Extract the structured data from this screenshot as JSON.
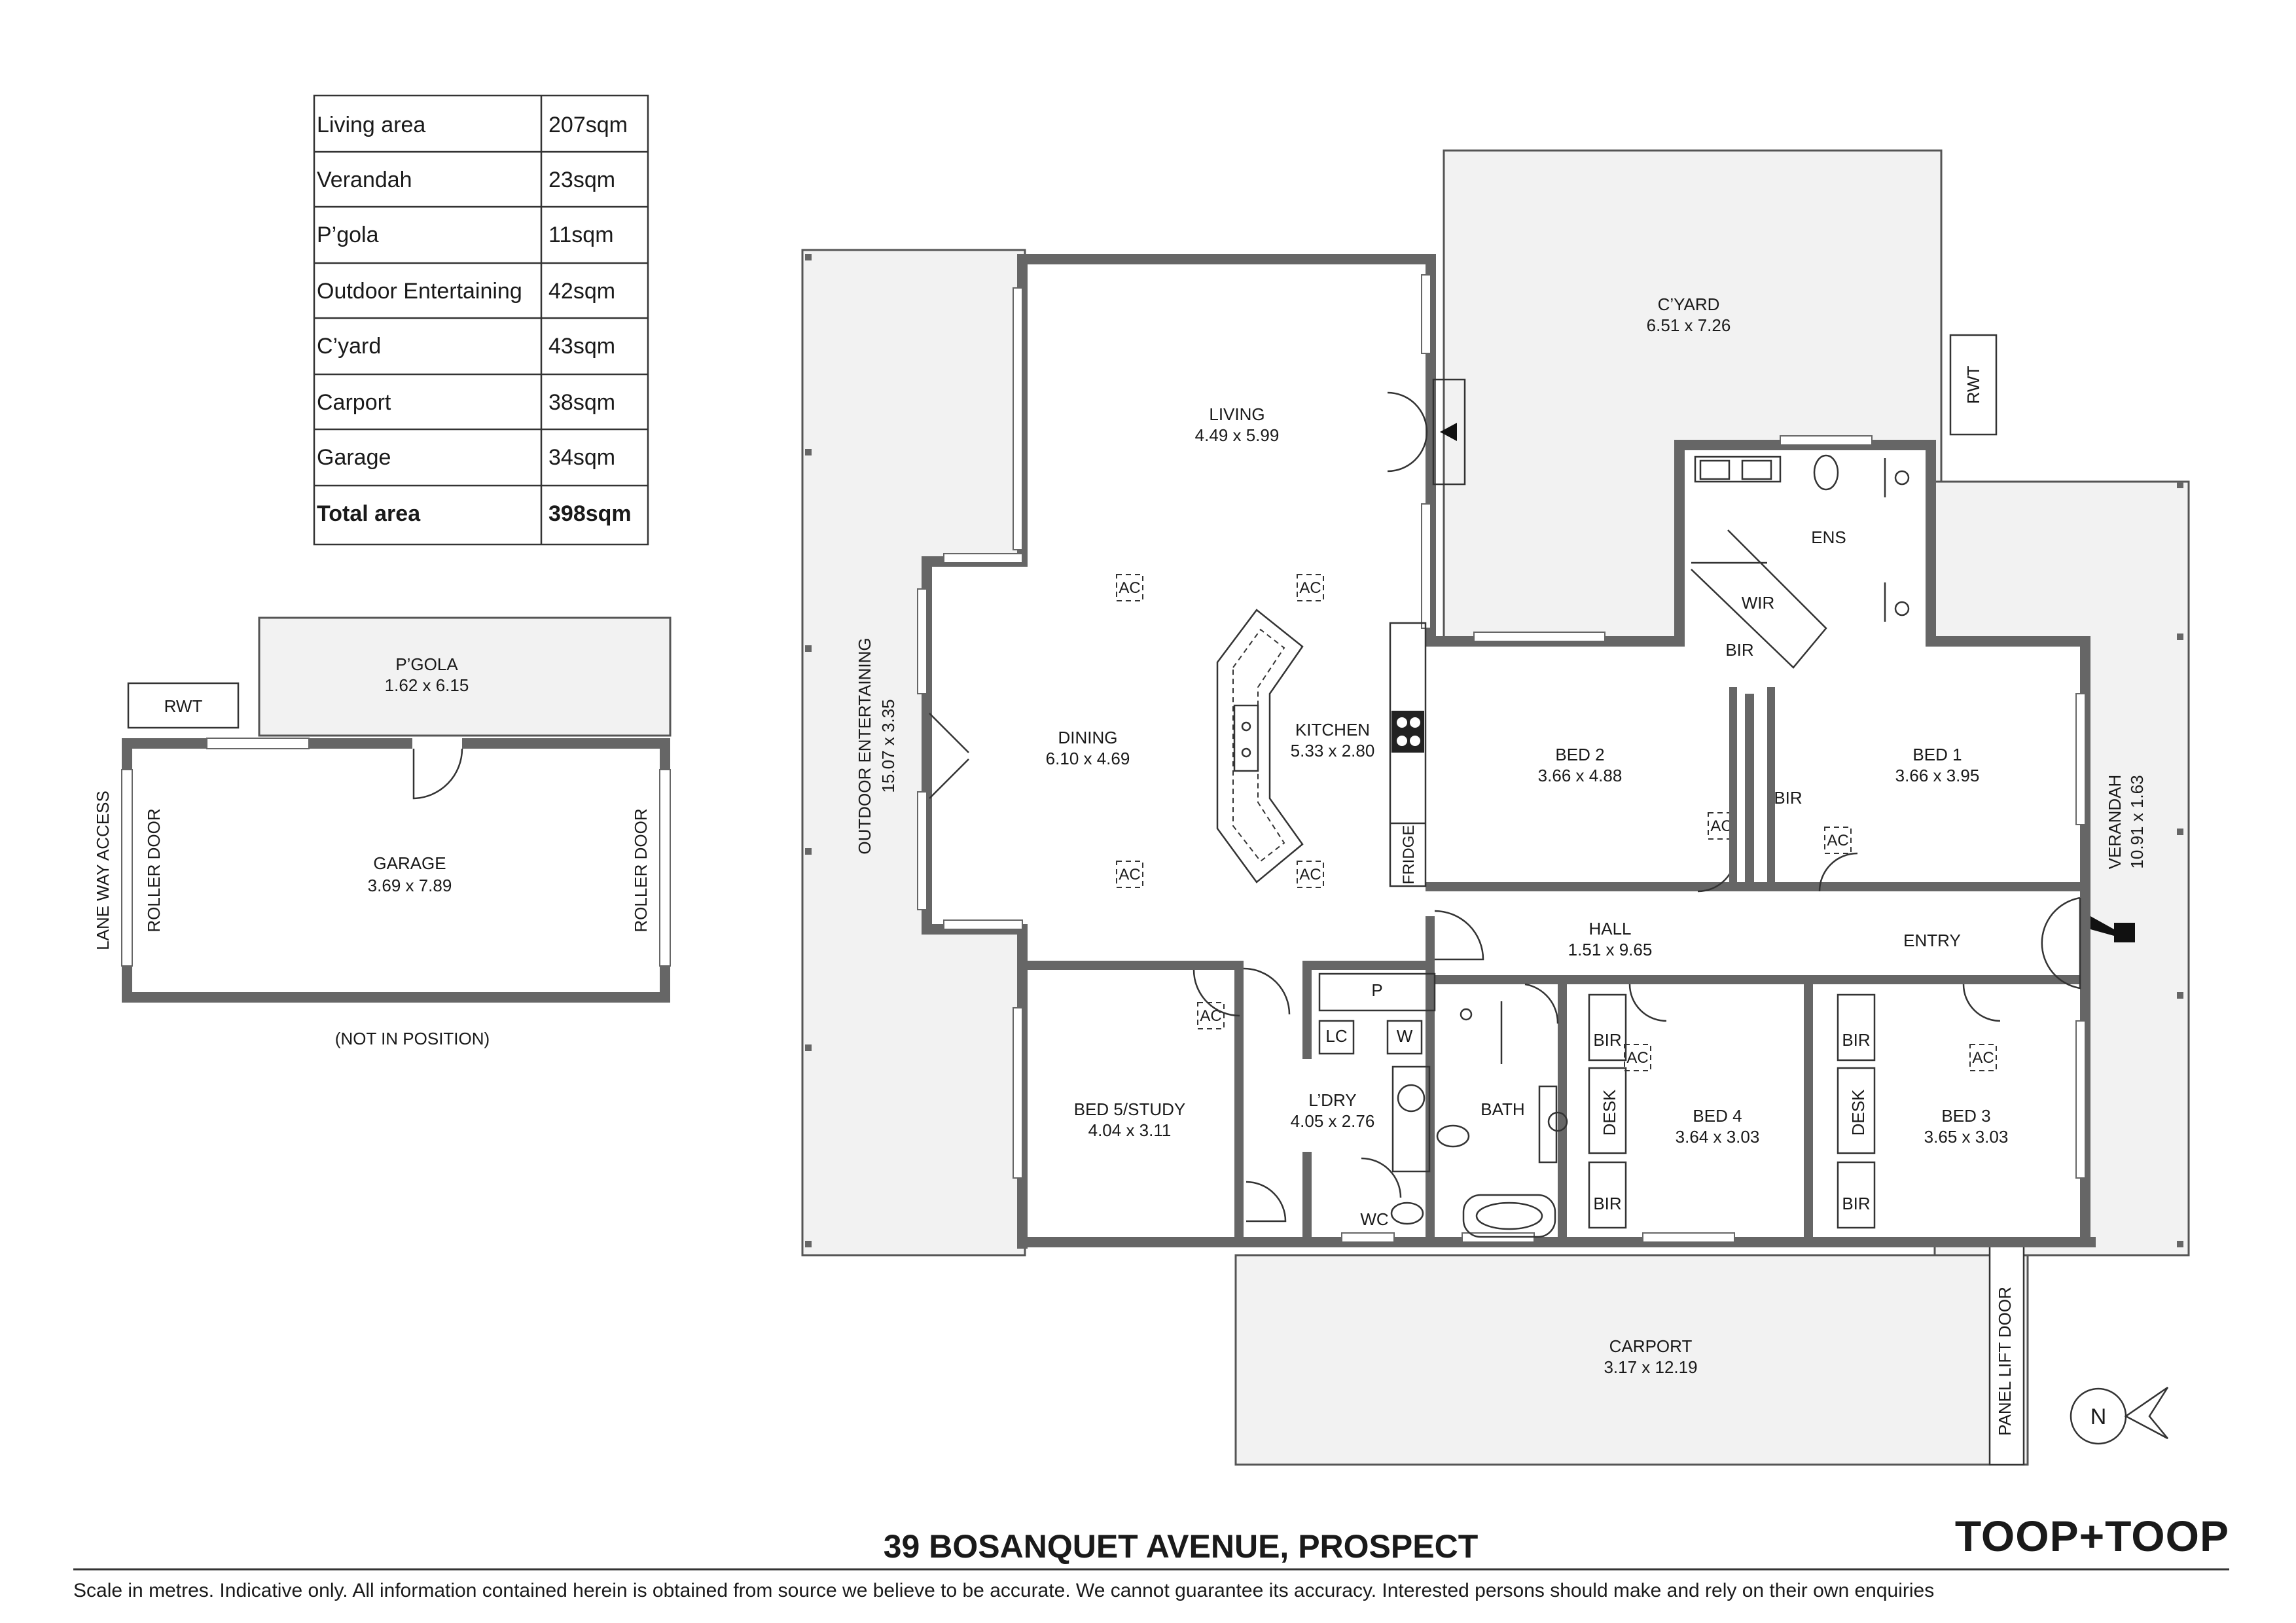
{
  "area_table": {
    "rows": [
      {
        "label": "Living area",
        "value": "207sqm"
      },
      {
        "label": "Verandah",
        "value": "23sqm"
      },
      {
        "label": "P’gola",
        "value": "11sqm"
      },
      {
        "label": "Outdoor Entertaining",
        "value": "42sqm"
      },
      {
        "label": "C’yard",
        "value": "43sqm"
      },
      {
        "label": "Carport",
        "value": "38sqm"
      },
      {
        "label": "Garage",
        "value": "34sqm"
      }
    ],
    "total": {
      "label": "Total area",
      "value": "398sqm"
    }
  },
  "garage_plan": {
    "pergola": {
      "name": "P’GOLA",
      "size": "1.62 x 6.15"
    },
    "garage": {
      "name": "GARAGE",
      "size": "3.69 x 7.89"
    },
    "rwt": "RWT",
    "lane": "LANE WAY ACCESS",
    "roller_left": "ROLLER DOOR",
    "roller_right": "ROLLER DOOR",
    "note": "(NOT IN POSITION)"
  },
  "rooms": {
    "living": {
      "name": "LIVING",
      "size": "4.49 x 5.99"
    },
    "dining": {
      "name": "DINING",
      "size": "6.10 x 4.69"
    },
    "kitchen": {
      "name": "KITCHEN",
      "size": "5.33 x 2.80"
    },
    "courtyard": {
      "name": "C’YARD",
      "size": "6.51 x 7.26"
    },
    "outdoor": {
      "name": "OUTDOOR ENTERTAINING",
      "size": "15.07 x 3.35"
    },
    "bed1": {
      "name": "BED 1",
      "size": "3.66 x 3.95"
    },
    "bed2": {
      "name": "BED 2",
      "size": "3.66 x 4.88"
    },
    "bed3": {
      "name": "BED 3",
      "size": "3.65 x 3.03"
    },
    "bed4": {
      "name": "BED 4",
      "size": "3.64 x 3.03"
    },
    "bed5": {
      "name": "BED 5/STUDY",
      "size": "4.04 x 3.11"
    },
    "laundry": {
      "name": "L’DRY",
      "size": "4.05 x 2.76"
    },
    "hall": {
      "name": "HALL",
      "size": "1.51 x 9.65"
    },
    "verandah": {
      "name": "VERANDAH",
      "size": "10.91 x 1.63"
    },
    "carport": {
      "name": "CARPORT",
      "size": "3.17 x 12.19"
    },
    "ens": "ENS",
    "wir": "WIR",
    "bath": "BATH",
    "entry": "ENTRY",
    "wc": "WC"
  },
  "fixtures": {
    "ac": "AC",
    "bir": "BIR",
    "desk": "DESK",
    "fridge": "FRIDGE",
    "pantry": "P",
    "lc": "LC",
    "w": "W",
    "rwt": "RWT",
    "panel_door": "PANEL LIFT DOOR",
    "north": "N"
  },
  "footer": {
    "address": "39 BOSANQUET AVENUE, PROSPECT",
    "brand": "TOOP+TOOP",
    "disclaimer": "Scale in metres. Indicative only. All information contained herein is obtained from source we believe to be accurate. We cannot guarantee its accuracy. Interested persons should make and rely on their own enquiries"
  }
}
